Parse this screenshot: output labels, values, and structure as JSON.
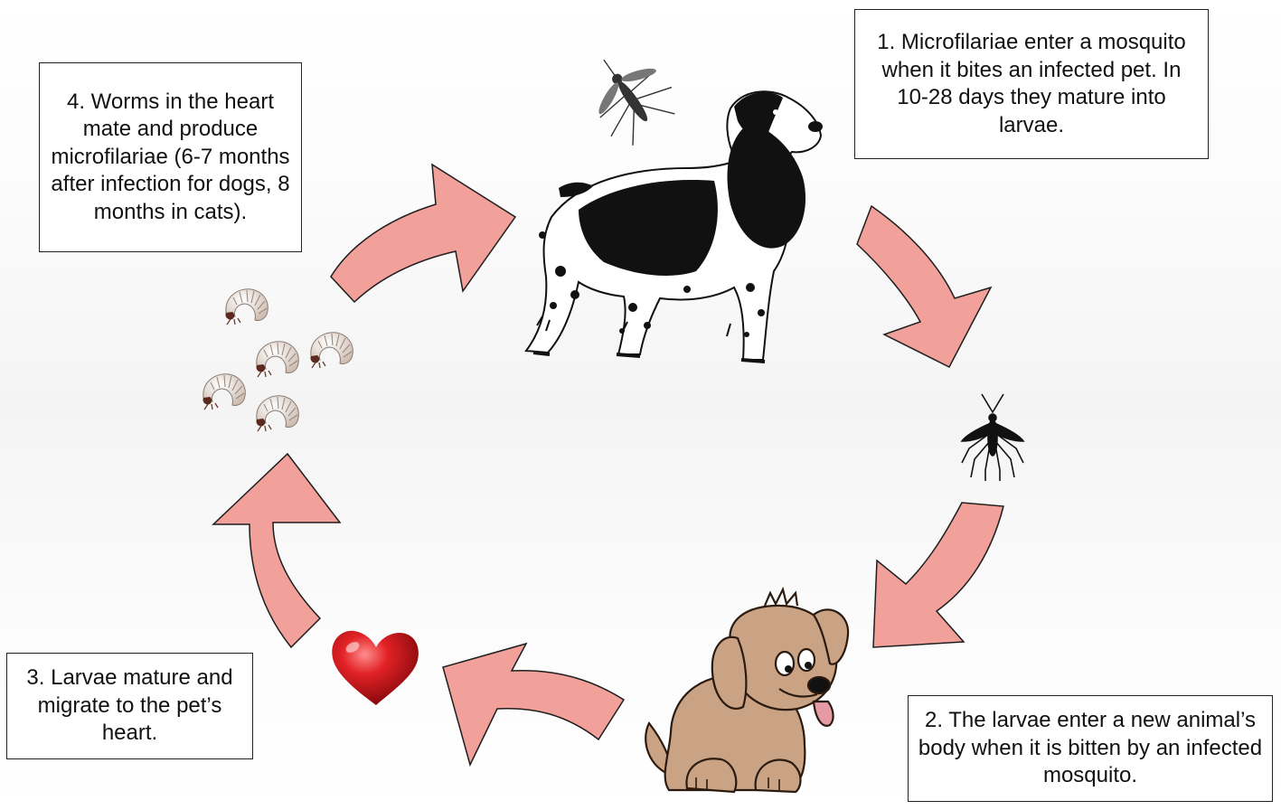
{
  "steps": [
    {
      "text": "1. Microfilariae enter a mosquito when it bites an infected pet. In 10-28 days they mature into larvae."
    },
    {
      "text": "2. The larvae enter a new animal’s body when it is bitten by an infected mosquito."
    },
    {
      "text": "3. Larvae mature and migrate to the pet’s heart."
    },
    {
      "text": "4. Worms in the heart mate and produce microfilariae (6-7 months after infection for dogs, 8 months in cats)."
    }
  ],
  "colors": {
    "arrow_fill": "#f2a09a",
    "arrow_stroke": "#1e1e1e",
    "heart": "#c81418",
    "puppy": "#c9a384",
    "larva": "#e9dfd7"
  },
  "icons": {
    "adult_dog": "spaniel-illustration",
    "mosquito": "mosquito-icon",
    "puppy": "puppy-illustration",
    "heart": "heart-icon",
    "worms": "larva-icon"
  }
}
